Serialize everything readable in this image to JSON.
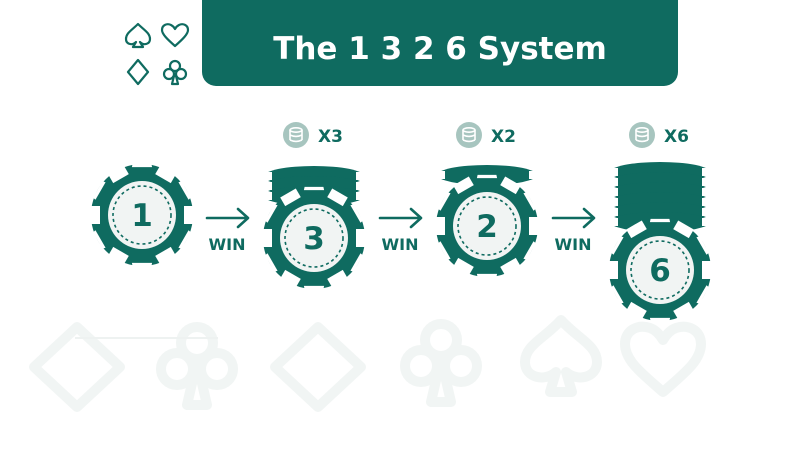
{
  "title": "The 1 3 2 6 System",
  "colors": {
    "teal": "#0f6b60",
    "chip_face": "#f1f4f3",
    "badge": "#a7c5bf",
    "watermark": "#f1f5f4"
  },
  "steps": [
    {
      "value": "1",
      "multiplier": ""
    },
    {
      "value": "3",
      "multiplier": "X3"
    },
    {
      "value": "2",
      "multiplier": "X2"
    },
    {
      "value": "6",
      "multiplier": "X6"
    }
  ],
  "arrows": [
    {
      "label": "WIN"
    },
    {
      "label": "WIN"
    },
    {
      "label": "WIN"
    }
  ],
  "icons": [
    "spade-icon",
    "heart-icon",
    "diamond-icon",
    "club-icon"
  ],
  "watermark_icons": [
    "diamond-icon",
    "club-icon",
    "diamond-icon",
    "club-icon",
    "spade-icon",
    "heart-icon"
  ]
}
